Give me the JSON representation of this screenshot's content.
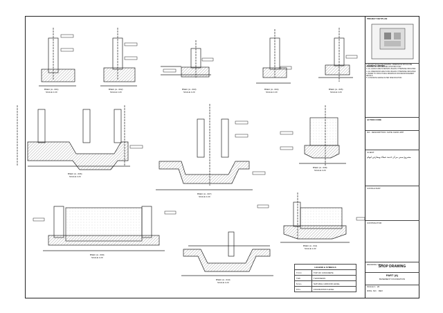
{
  "sections": [
    {
      "id": "s1",
      "name": "BSEC (A - 001)",
      "scale": "SCALE 1:20"
    },
    {
      "id": "s2",
      "name": "BSEC (A - 002)",
      "scale": "SCALE 1:20"
    },
    {
      "id": "s3",
      "name": "BSEC (A - 003)",
      "scale": "SCALE 1:20"
    },
    {
      "id": "s4",
      "name": "BSEC (A - 004)",
      "scale": "SCALE 1:20"
    },
    {
      "id": "s5",
      "name": "BSEC (A - 005)",
      "scale": "SCALE 1:20"
    },
    {
      "id": "s6",
      "name": "BSEC (A - 006)",
      "scale": "SCALE 1:20"
    },
    {
      "id": "s7",
      "name": "BSEC (A - 007)",
      "scale": "SCALE 1:20"
    },
    {
      "id": "s8",
      "name": "BSEC (A - 008)",
      "scale": "SCALE 1:20"
    },
    {
      "id": "s9",
      "name": "BSEC (A - 009)",
      "scale": "SCALE 1:20"
    },
    {
      "id": "s10",
      "name": "BSEC (A - 010)",
      "scale": "SCALE 1:20"
    },
    {
      "id": "s11",
      "name": "BSEC (A - 011)",
      "scale": "SCALE 1:20"
    }
  ],
  "legend": {
    "title": "LEGEND & SYMBOLS",
    "rows": [
      {
        "sym": "T.O.C",
        "text": "TOP OF CONCRETE"
      },
      {
        "sym": "THK",
        "text": "THICKNESS"
      },
      {
        "sym": "N.G.L",
        "text": "NATURAL GROUND LEVEL"
      },
      {
        "sym": "F.F.L",
        "text": "FOUNDATION LEVEL"
      }
    ]
  },
  "titleblock": {
    "keyplan": "PROJECT KEYPLAN",
    "general_notes": "GENERAL NOTES",
    "notes": [
      "1. DO NOT SCALE THE DRAWING. DIMENSIONS SHOULD BE CHECKED ON SITE BEFORE CONSTRUCTION.",
      "2. ALL LEVELS ARE IN METERS UNLESS OTHERWISE INDICATED.",
      "3. ALL DIMENSIONS ARE IN MM UNLESS OTHERWISE INDICATED.",
      "4. REFER TO STRUCTURAL DRAWINGS FOR REINFORCEMENT DETAILS.",
      "5. CONCRETE GRADE AS PER SPECIFICATION."
    ],
    "action_code": "ACTION CODE",
    "rev_head": [
      "NO.",
      "DESCRIPTION",
      "DATE",
      "CHKD",
      "APP"
    ],
    "client_label": "CLIENT",
    "client_name": "مشروع مبنى مركز خدمة عملاء ومعارض لنهام",
    "consultant_label": "CONSULTANT",
    "contractor_label": "CONTRACTOR",
    "drawing_title_label": "DRAWING TITLE",
    "drawing_type": "SHOP DRAWING",
    "project_label": "PROJECT",
    "sheet_title": "PART (A)",
    "sheet_sub": "BASEMENT FOUNDATION",
    "scale_label": "SCALE",
    "scale": "1 : 20",
    "dwg_no_label": "DWG. NO.",
    "rev_label": "REV"
  }
}
